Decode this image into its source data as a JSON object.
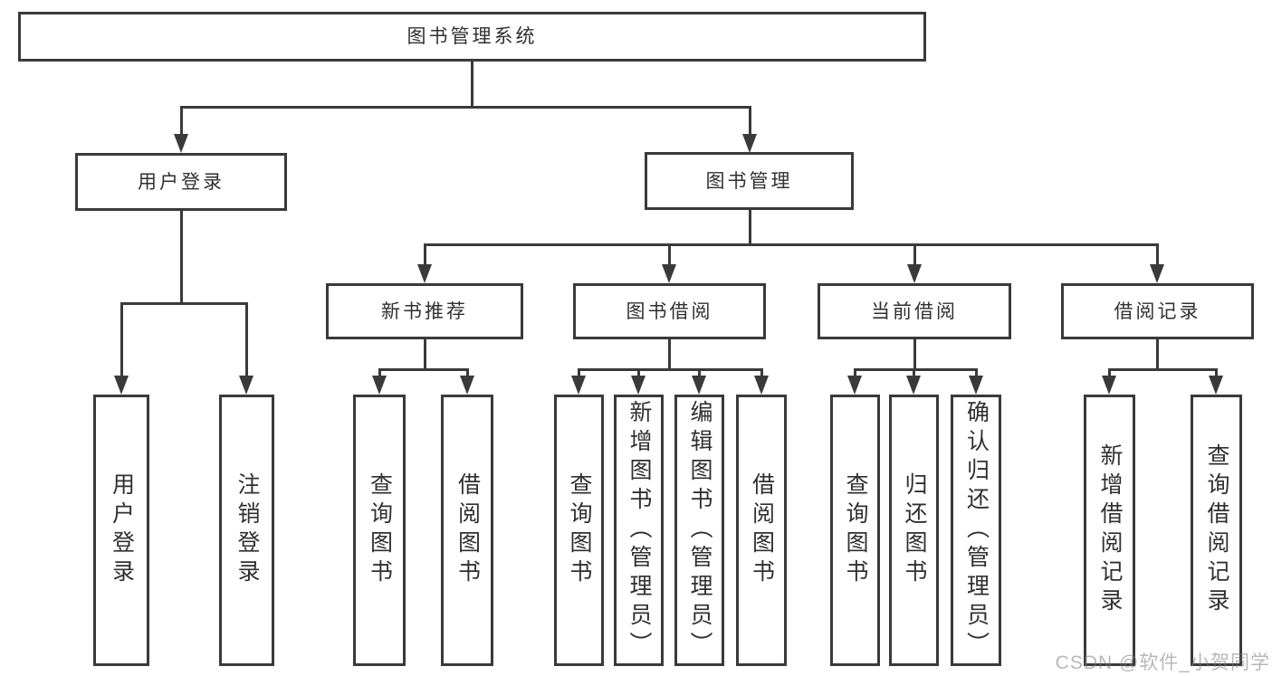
{
  "diagram_title": "图书管理系统",
  "nodes": [
    {
      "id": "root",
      "label": "图书管理系统"
    },
    {
      "id": "user-login",
      "label": "用户登录"
    },
    {
      "id": "book-mgmt",
      "label": "图书管理"
    },
    {
      "id": "new-book-rec",
      "label": "新书推荐"
    },
    {
      "id": "book-borrow",
      "label": "图书借阅"
    },
    {
      "id": "current-borrow",
      "label": "当前借阅"
    },
    {
      "id": "borrow-records",
      "label": "借阅记录"
    },
    {
      "id": "leaf-user-login",
      "label": "用户登录"
    },
    {
      "id": "leaf-logout",
      "label": "注销登录"
    },
    {
      "id": "leaf-nbr-query",
      "label": "查询图书"
    },
    {
      "id": "leaf-nbr-borrow",
      "label": "借阅图书"
    },
    {
      "id": "leaf-bb-query",
      "label": "查询图书"
    },
    {
      "id": "leaf-bb-add",
      "label": "新增图书（管理员）"
    },
    {
      "id": "leaf-bb-edit",
      "label": "编辑图书（管理员）"
    },
    {
      "id": "leaf-bb-borrow",
      "label": "借阅图书"
    },
    {
      "id": "leaf-cb-query",
      "label": "查询图书"
    },
    {
      "id": "leaf-cb-return",
      "label": "归还图书"
    },
    {
      "id": "leaf-cb-confirm",
      "label": "确认归还（管理员）"
    },
    {
      "id": "leaf-br-add",
      "label": "新增借阅记录"
    },
    {
      "id": "leaf-br-query",
      "label": "查询借阅记录"
    }
  ],
  "edges": [
    {
      "from": "root",
      "to": "user-login"
    },
    {
      "from": "root",
      "to": "book-mgmt"
    },
    {
      "from": "user-login",
      "to": "leaf-user-login"
    },
    {
      "from": "user-login",
      "to": "leaf-logout"
    },
    {
      "from": "book-mgmt",
      "to": "new-book-rec"
    },
    {
      "from": "book-mgmt",
      "to": "book-borrow"
    },
    {
      "from": "book-mgmt",
      "to": "current-borrow"
    },
    {
      "from": "book-mgmt",
      "to": "borrow-records"
    },
    {
      "from": "new-book-rec",
      "to": "leaf-nbr-query"
    },
    {
      "from": "new-book-rec",
      "to": "leaf-nbr-borrow"
    },
    {
      "from": "book-borrow",
      "to": "leaf-bb-query"
    },
    {
      "from": "book-borrow",
      "to": "leaf-bb-add"
    },
    {
      "from": "book-borrow",
      "to": "leaf-bb-edit"
    },
    {
      "from": "book-borrow",
      "to": "leaf-bb-borrow"
    },
    {
      "from": "current-borrow",
      "to": "leaf-cb-query"
    },
    {
      "from": "current-borrow",
      "to": "leaf-cb-return"
    },
    {
      "from": "current-borrow",
      "to": "leaf-cb-confirm"
    },
    {
      "from": "borrow-records",
      "to": "leaf-br-add"
    },
    {
      "from": "borrow-records",
      "to": "leaf-br-query"
    }
  ],
  "watermark": {
    "text": "CSDN @软件_小贺同学"
  },
  "colors": {
    "line": "#3a3a3a",
    "text": "#303030",
    "background": "#ffffff",
    "watermark": "#7d7d7d"
  }
}
